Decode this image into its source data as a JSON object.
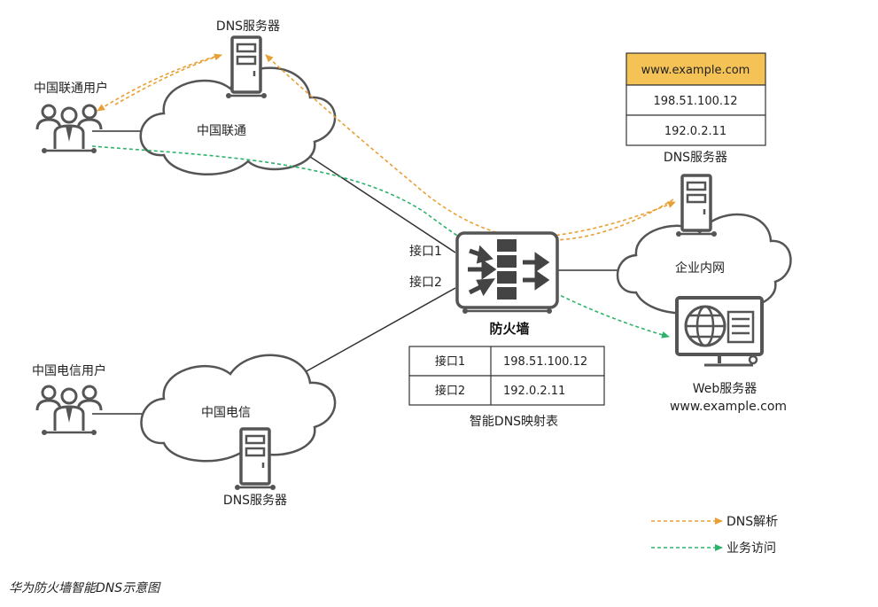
{
  "caption": "华为防火墙智能DNS示意图",
  "labels": {
    "dns_top": "DNS服务器",
    "unicom_user": "中国联通用户",
    "unicom_cloud": "中国联通",
    "telecom_user": "中国电信用户",
    "telecom_cloud": "中国电信",
    "dns_bottom": "DNS服务器",
    "interface1": "接口1",
    "interface2": "接口2",
    "firewall": "防火墙",
    "intranet": "企业内网",
    "dns_right": "DNS服务器",
    "web_server": "Web服务器",
    "web_domain": "www.example.com"
  },
  "dns_table": {
    "header": "www.example.com",
    "rows": [
      "198.51.100.12",
      "192.0.2.11"
    ]
  },
  "mapping_table": {
    "title": "智能DNS映射表",
    "rows": [
      {
        "iface": "接口1",
        "ip": "198.51.100.12"
      },
      {
        "iface": "接口2",
        "ip": "192.0.2.11"
      }
    ]
  },
  "legend": {
    "dns_resolution": "DNS解析",
    "service_access": "业务访问"
  },
  "colors": {
    "dns_resolution": "#e8a035",
    "service_access": "#2db36b",
    "table_header": "#f5c256",
    "device": "#555555",
    "cloud_stroke": "#555555"
  }
}
